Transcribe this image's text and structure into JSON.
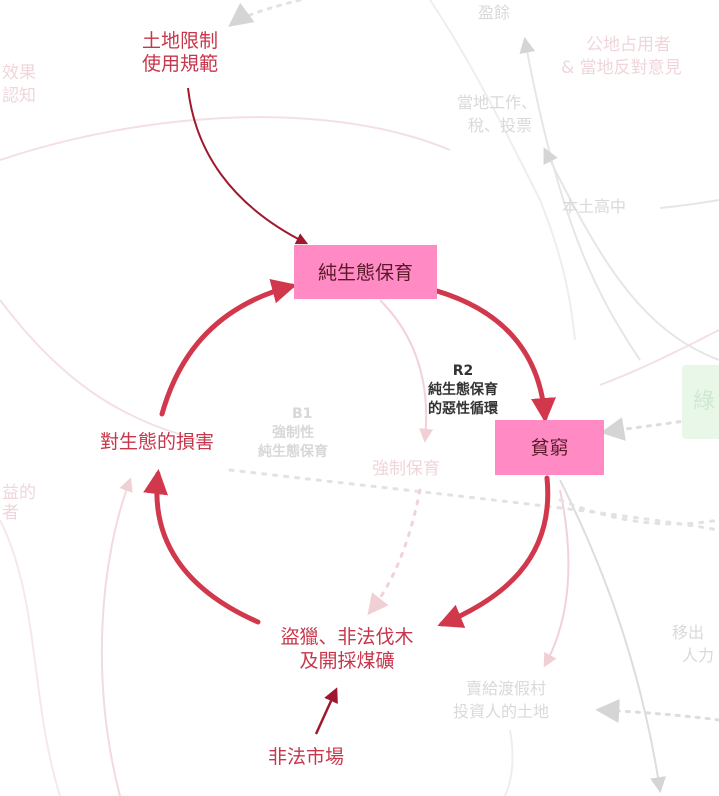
{
  "colors": {
    "box_fill": "#ff8ac4",
    "loop_stroke": "#d2384c",
    "link_stroke": "#a01830",
    "faded_red": "#f0d6da",
    "faded_gray": "#d9d9d9",
    "faded_green": "#e6f5e6"
  },
  "nodes": {
    "land_restriction": [
      "土地限制",
      "使用規範"
    ],
    "pure_conservation": "純生態保育",
    "poverty": "貧窮",
    "ecological_damage": "對生態的損害",
    "poaching": [
      "盜獵、非法伐木",
      "及開採煤礦"
    ],
    "illegal_market": "非法市場"
  },
  "loops": {
    "r2": {
      "id": "R2",
      "lines": [
        "純生態保育",
        "的惡性循環"
      ]
    },
    "b1": {
      "id": "B1",
      "lines": [
        "強制性",
        "純生態保育"
      ]
    }
  },
  "faded_nodes": {
    "profit": "盈餘",
    "landowners": [
      "公地占用者",
      "& 當地反對意見"
    ],
    "local_jobs": [
      "當地工作、",
      "稅、投票"
    ],
    "local_high": "本土高中",
    "efficiency": [
      "效果",
      "認知"
    ],
    "forced_conservation": "強制保育",
    "green": "綠",
    "emigration": [
      "移出",
      "人力"
    ],
    "sold_land": [
      "賣給渡假村",
      "投資人的土地"
    ],
    "left_fragment": [
      "益的",
      "者"
    ]
  }
}
